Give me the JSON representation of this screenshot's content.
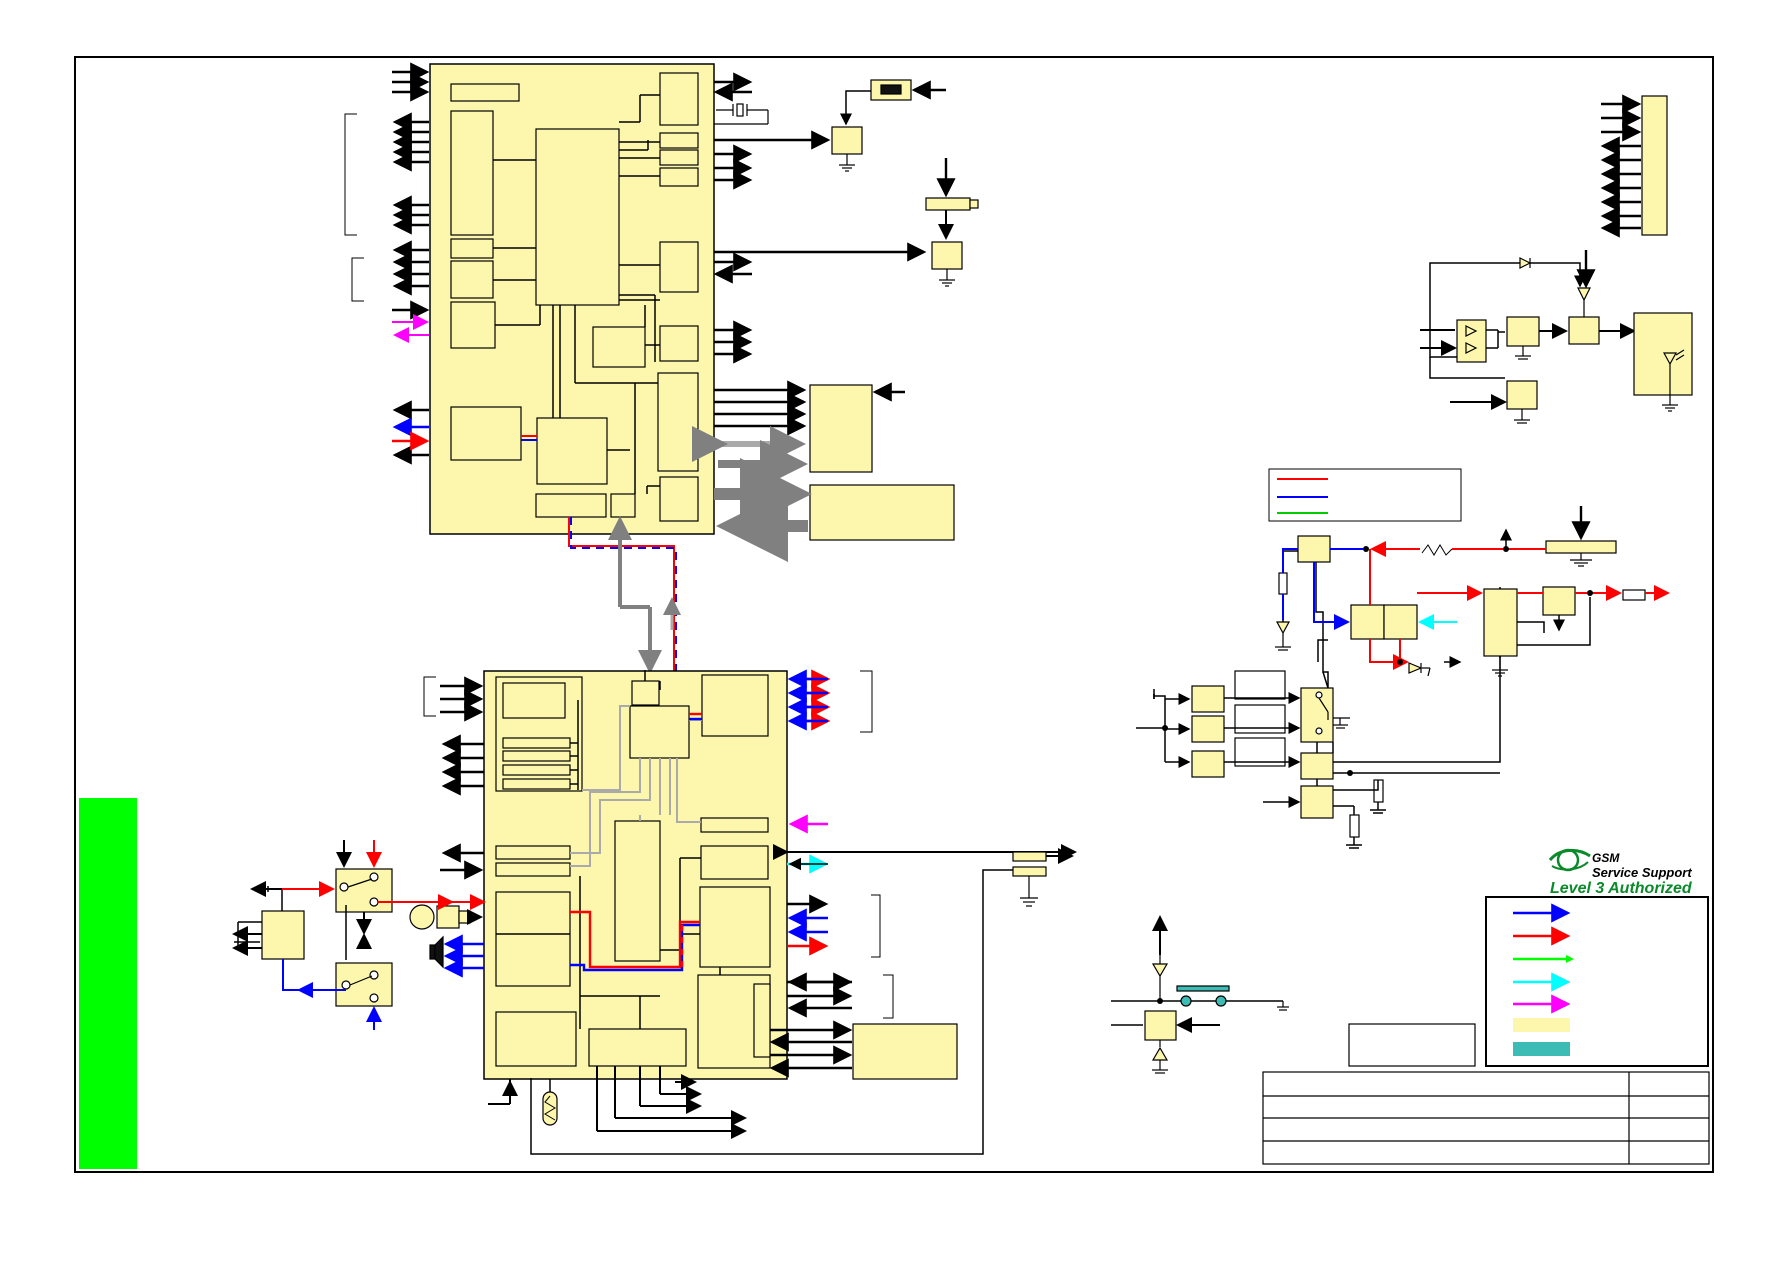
{
  "logo": {
    "line1": "GSM",
    "line2": "Service Support",
    "line3": "Level 3 Authorized"
  },
  "colors": {
    "block_fill": "#fdf7ae",
    "accent_green": "#00ff00",
    "teal": "#3cbcb4",
    "red": "#ff0000",
    "blue": "#0000ff",
    "cyan": "#00ffff",
    "magenta": "#ff00ff",
    "gray_bus": "#808080",
    "logo_green": "#0a8a2a"
  }
}
